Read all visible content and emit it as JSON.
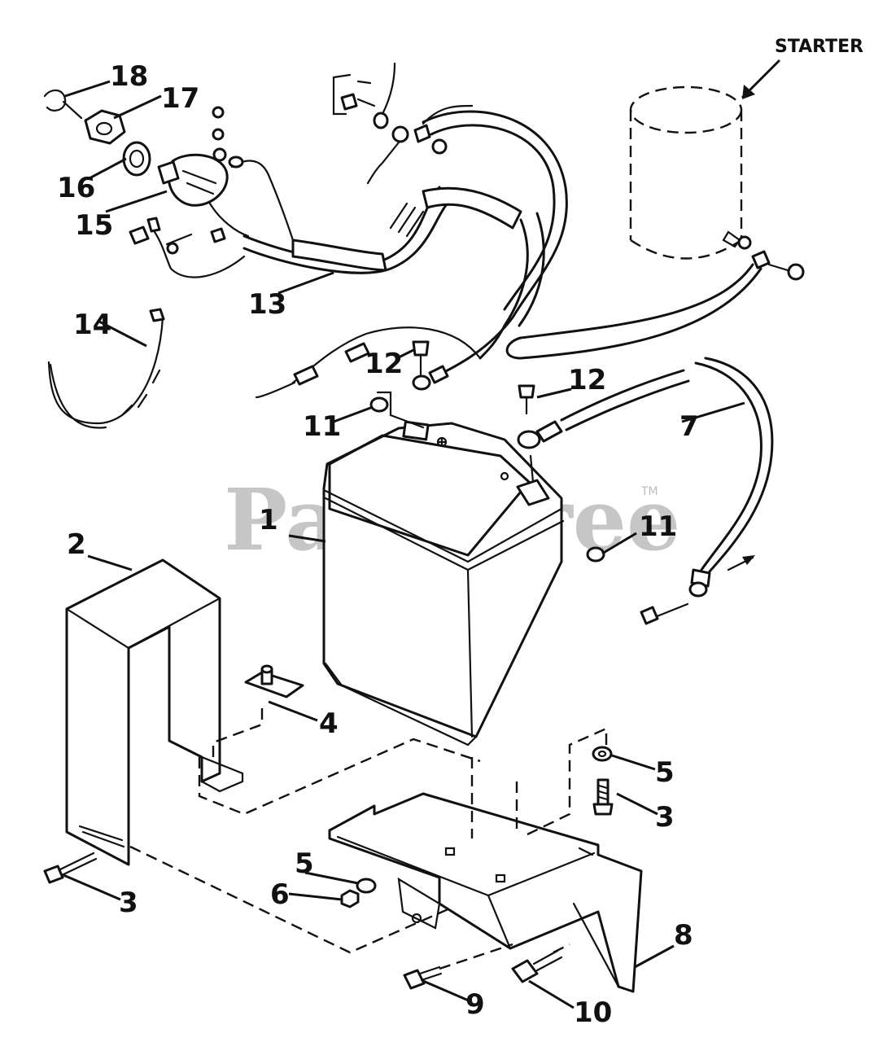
{
  "watermark": {
    "text": "PartsTree",
    "trademark": "TM"
  },
  "starter_label": "STARTER",
  "callouts": {
    "c1": "1",
    "c2": "2",
    "c3a": "3",
    "c3b": "3",
    "c4": "4",
    "c5a": "5",
    "c5b": "5",
    "c6": "6",
    "c7": "7",
    "c8": "8",
    "c9": "9",
    "c10": "10",
    "c11a": "11",
    "c11b": "11",
    "c12a": "12",
    "c12b": "12",
    "c13": "13",
    "c14": "14",
    "c15": "15",
    "c16": "16",
    "c17": "17",
    "c18": "18"
  }
}
